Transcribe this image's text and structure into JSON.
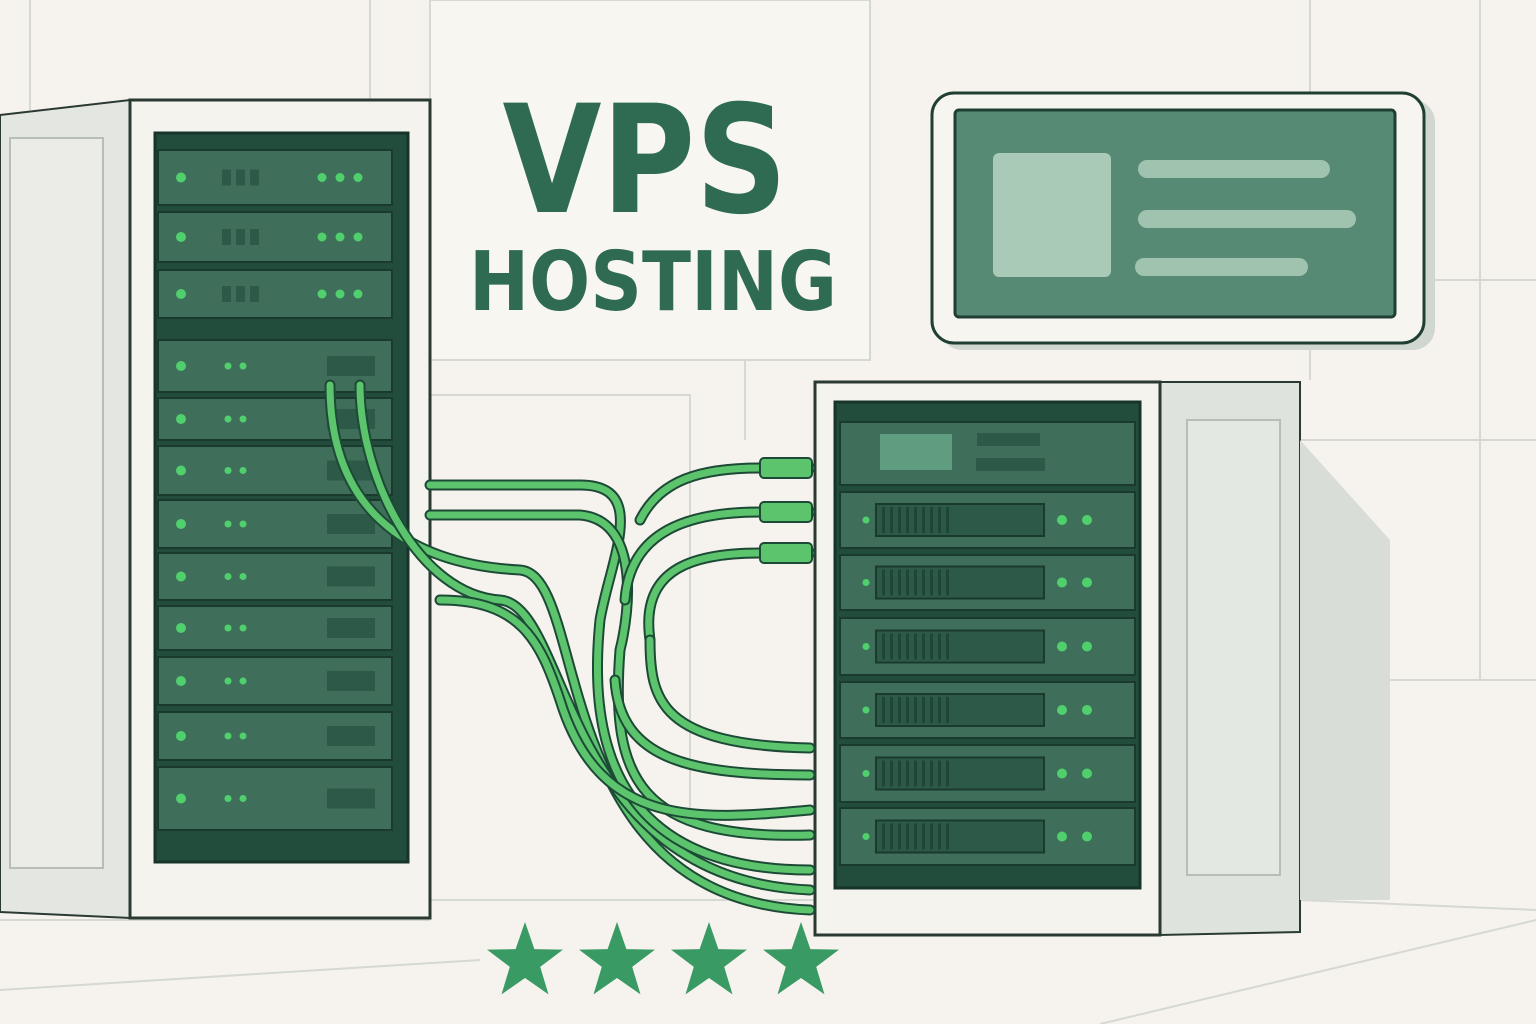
{
  "heading": {
    "line1": "VPS",
    "line2": "HOSTING"
  },
  "rating": {
    "stars": 4,
    "icon": "star-icon"
  },
  "colors": {
    "background": "#f6f3ee",
    "brand_green": "#2f6b52",
    "rack_panel": "#3f6f5b",
    "led": "#4fd06c",
    "cable": "#5cc46d",
    "cable_outline": "#1d4a36",
    "screen": "#5a8c77"
  },
  "icons": [
    "server-rack-icon",
    "dashboard-screen-icon",
    "network-cable-icon",
    "star-icon"
  ]
}
